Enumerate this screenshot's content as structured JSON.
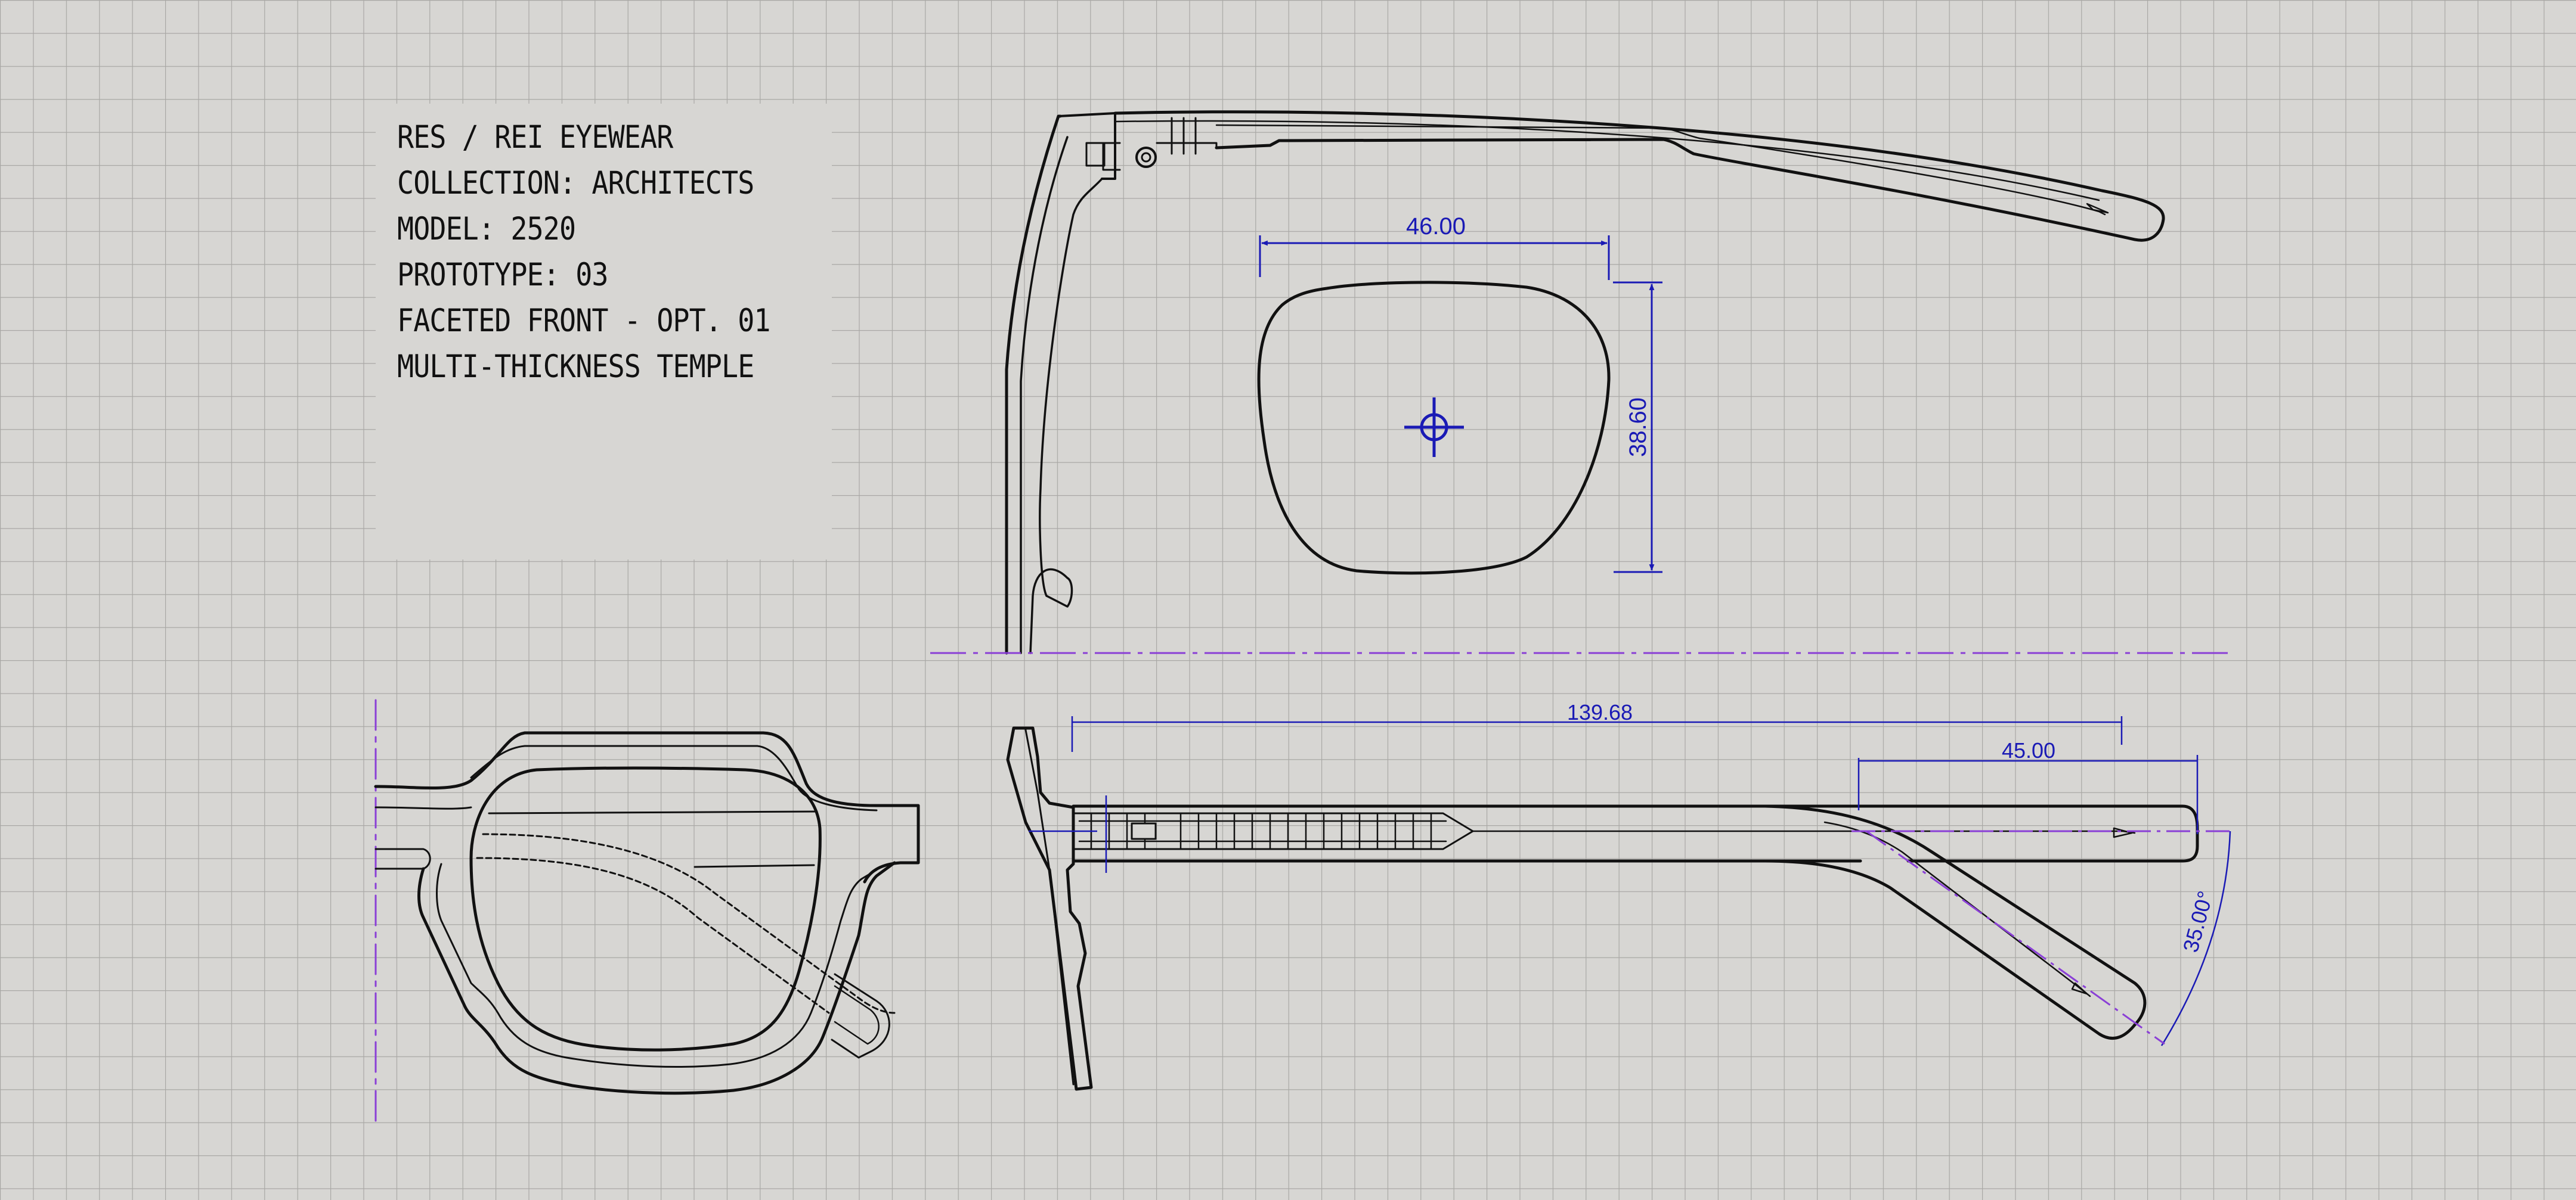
{
  "title_block": {
    "lines": [
      "RES / REI EYEWEAR",
      "COLLECTION: ARCHITECTS",
      "MODEL: 2520",
      "PROTOTYPE: 03",
      "FACETED FRONT - OPT. 01",
      "MULTI-THICKNESS TEMPLE"
    ]
  },
  "dimensions": {
    "lens_width": "46.00",
    "lens_height": "38.60",
    "temple_length": "139.68",
    "temple_bend": "45.00",
    "temple_angle": "35.00°"
  },
  "colors": {
    "background": "#d7d6d3",
    "grid": "#a9a8a5",
    "line": "#111111",
    "dimension": "#1a1ab5",
    "centerline": "#8a3fd6"
  }
}
